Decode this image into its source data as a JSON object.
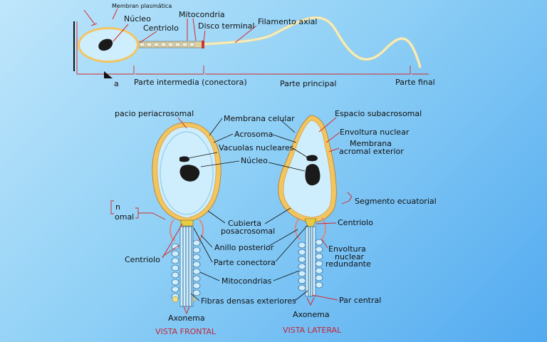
{
  "colors": {
    "background_top": "#bfe6fb",
    "background_bottom": "#52aaf0",
    "cell_fill": "#cfeefd",
    "membrane": "#f0c266",
    "nucleus": "#1a1a1a",
    "leader_red": "#d42a2a",
    "title_red": "#c2273a"
  },
  "top": {
    "membrana_plasmatica": "Membran plasmática",
    "nucleo": "Núcleo",
    "centriolo": "Centriolo",
    "mitocondria": "Mitocondria",
    "disco_terminal": "Disco terminal",
    "filamento_axial": "Filamento axial",
    "cut_char": "a",
    "parte_intermedia": "Parte intermedia (conectora)",
    "parte_principal": "Parte principal",
    "parte_final": "Parte final"
  },
  "frontal": {
    "espacio_periacrosomal": "pacio periacrosomal",
    "cut_n": "n",
    "cut_omal": "omal",
    "centriolo": "Centriolo",
    "axonema": "Axonema",
    "title": "VISTA FRONTAL"
  },
  "center": {
    "membrana_celular": "Membrana celular",
    "acrosoma": "Acrosoma",
    "vacuolas": "Vacuolas nucleares",
    "nucleo": "Núcleo",
    "cubierta_1": "Cubierta",
    "cubierta_2": "posacrosomal",
    "anillo": "Anillo posterior",
    "parte_conectora": "Parte conectora",
    "mitocondrias": "Mitocondrias",
    "fibras": "Fibras densas exteriores"
  },
  "lateral": {
    "espacio_subacrosomal": "Espacio subacrosomal",
    "envoltura_nuclear": "Envoltura nuclear",
    "membrana_1": "Membrana",
    "membrana_2": "acromal exterior",
    "segmento": "Segmento ecuatorial",
    "centriolo": "Centriolo",
    "env_red_1": "Envoltura",
    "env_red_2": "nuclear",
    "env_red_3": "redundante",
    "par_central": "Par central",
    "axonema": "Axonema",
    "title": "VISTA LATERAL"
  }
}
